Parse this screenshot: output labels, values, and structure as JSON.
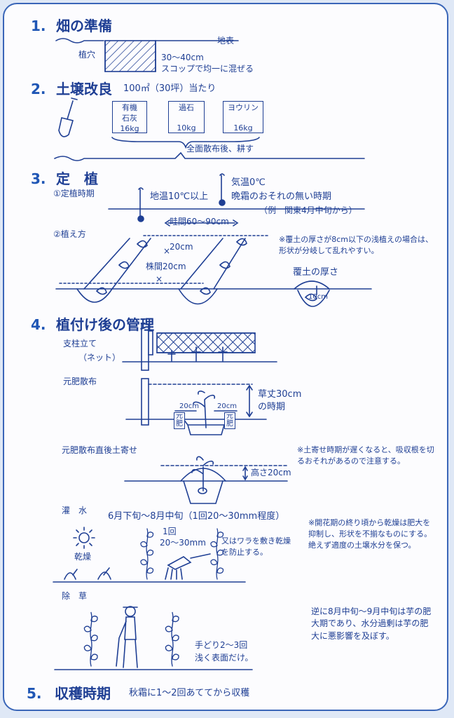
{
  "colors": {
    "ink": "#1f3f94",
    "accent": "#1f56b5",
    "border": "#3a66b8",
    "bg": "#fcfcfe"
  },
  "sections": [
    {
      "num": "1.",
      "title": "畑の準備"
    },
    {
      "num": "2.",
      "title": "土壌改良",
      "subtitle": "100㎡（30坪）当たり"
    },
    {
      "num": "3.",
      "title": "定　植"
    },
    {
      "num": "4.",
      "title": "植付け後の管理"
    },
    {
      "num": "5.",
      "title": "収穫時期",
      "subtitle": "秋霜に1～2回あててから収穫"
    }
  ],
  "prep": {
    "surface": "地表",
    "hole": "植穴",
    "depth": "30～40cm",
    "mix": "スコップで均一に混ぜる"
  },
  "soil": {
    "items": [
      {
        "line1": "有機",
        "line2": "石灰",
        "amount": "16kg"
      },
      {
        "line1": "過石",
        "line2": "",
        "amount": "10kg"
      },
      {
        "line1": "ヨウリン",
        "line2": "",
        "amount": "16kg"
      }
    ],
    "footer": "全面散布後、耕す"
  },
  "planting": {
    "timing_label": "①定植時期",
    "ground_temp": "地温10℃以上",
    "air_temp": "気温0℃",
    "frost": "晩霜のおそれの無い時期",
    "example": "（例　関東4月中旬から）",
    "method_label": "②植え方",
    "ridge_spacing": "畦間60～90cm",
    "cm20": "20cm",
    "plant_spacing": "株間20cm",
    "note": "※覆土の厚さが8cm以下の浅植えの場合は、形状が分岐して乱れやすい。",
    "cover_title": "覆土の厚さ",
    "cover_depth": "10cm"
  },
  "management": {
    "stake_label": "支柱立て",
    "stake_sub": "（ネット）",
    "fert_label": "元肥散布",
    "fert_tag": "元肥",
    "cm20": "20cm",
    "height_line1": "草丈30cm",
    "height_line2": "の時期",
    "hill_label": "元肥散布直後土寄せ",
    "hill_note": "※土寄せ時期が遅くなると、吸収根を切るおそれがあるので注意する。",
    "hill_height": "高さ20cm",
    "water_label": "灌　水",
    "water_period": "6月下旬～8月中旬（1回20～30mm程度）",
    "water_once": "1回",
    "water_amount": "20～30mm",
    "dry": "乾燥",
    "straw": "又はワラを敷き乾燥を防止する。",
    "bloom_note": "※開花期の終り頃から乾燥は肥大を抑制し、形状を不揃なものにする。絶えず適度の土壌水分を保つ。",
    "weed_label": "除　草",
    "weed_hand1": "手どり2～3回",
    "weed_hand2": "浅く表面だけ。",
    "late_note": "逆に8月中旬～9月中旬は芋の肥大期であり、水分過剰は芋の肥大に悪影響を及ぼす。"
  }
}
